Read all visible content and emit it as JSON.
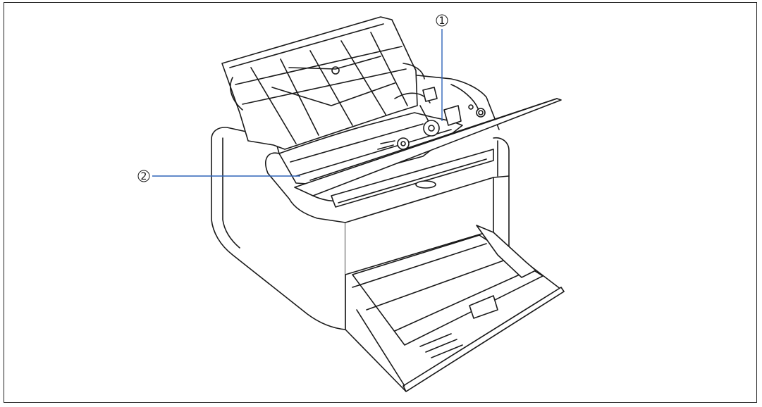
{
  "figure": {
    "callouts": [
      {
        "number": "1",
        "glyph": "①"
      },
      {
        "number": "2",
        "glyph": "②"
      }
    ],
    "colors": {
      "outline": "#1a1a1a",
      "leader_line": "#2f63b8",
      "background": "#ffffff",
      "highlight": "#dcdcdc"
    }
  }
}
